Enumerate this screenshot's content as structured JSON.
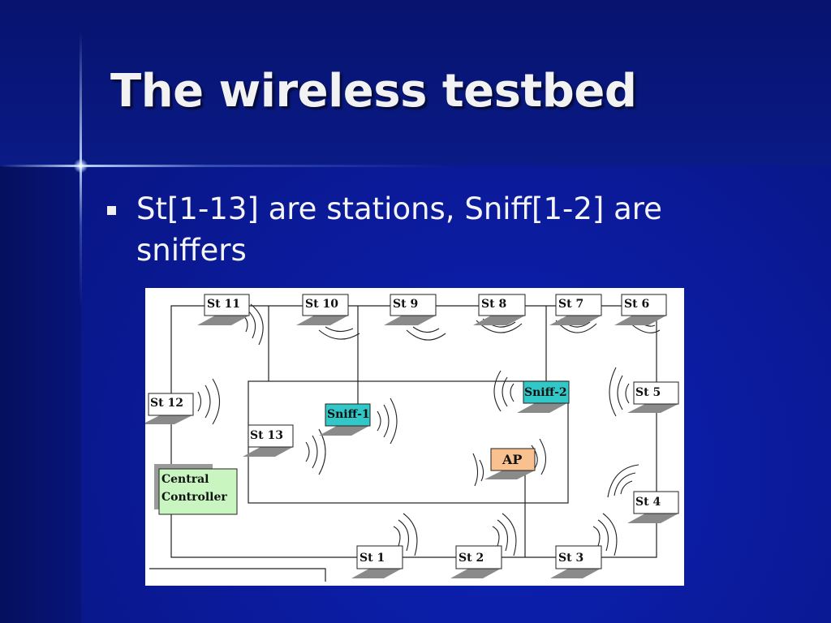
{
  "slide": {
    "title": "The wireless testbed",
    "bullets": [
      {
        "text": "St[1-13] are stations, Sniff[1-2] are sniffers"
      }
    ]
  },
  "diagram": {
    "nodes": {
      "st11": "St 11",
      "st10": "St 10",
      "st9": "St 9",
      "st8": "St 8",
      "st7": "St 7",
      "st6": "St 6",
      "st12": "St 12",
      "st5": "St 5",
      "st13": "St 13",
      "sniff1": "Sniff-1",
      "sniff2": "Sniff-2",
      "ap": "AP",
      "central_line1": "Central",
      "central_line2": "Controller",
      "st4": "St 4",
      "st1": "St 1",
      "st2": "St 2",
      "st3": "St 3"
    },
    "colors": {
      "sniffer_fill": "#33c8c8",
      "ap_fill": "#f9c090",
      "controller_fill": "#c8f5c0",
      "station_fill": "#ffffff",
      "shadow": "#8a8a8a"
    }
  }
}
